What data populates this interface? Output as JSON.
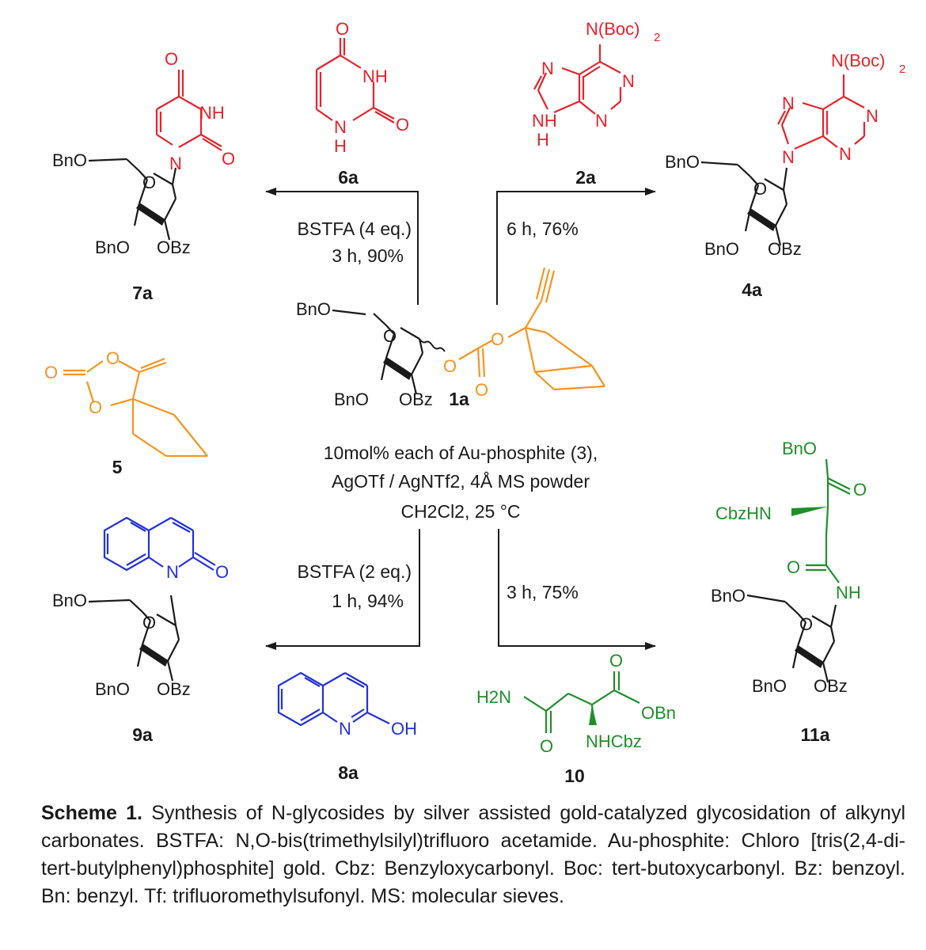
{
  "colors": {
    "black": "#1a1a1a",
    "red": "#e8212b",
    "orange": "#f7931e",
    "blue": "#2230e0",
    "green": "#1f8f2a"
  },
  "compounds": {
    "c7a": "7a",
    "c6a": "6a",
    "c2a": "2a",
    "c4a": "4a",
    "c1a": "1a",
    "c5": "5",
    "c9a": "9a",
    "c8a": "8a",
    "c10": "10",
    "c11a": "11a"
  },
  "labels": {
    "bno": "BnO",
    "obz": "OBz",
    "o": "O",
    "n": "N",
    "nh": "NH",
    "h": "H",
    "nboc2": "N(Boc)",
    "oh": "OH",
    "h2n": "H2N",
    "obn": "OBn",
    "nhcbz": "NHCbz",
    "cbzhn": "CbzHN"
  },
  "conditions": {
    "top_left_1": "BSTFA (4 eq.)",
    "top_left_2": "3 h, 90%",
    "top_right": "6 h, 76%",
    "bottom_left_1": "BSTFA (2 eq.)",
    "bottom_left_2": "1 h, 94%",
    "bottom_right": "3 h, 75%",
    "center_1": "10mol% each of Au-phosphite (3),",
    "center_2": "AgOTf / AgNTf2, 4Å MS powder",
    "center_3": "CH2Cl2, 25 °C"
  },
  "caption": {
    "title": "Scheme 1.",
    "text": "Synthesis of N-glycosides by silver assisted gold-catalyzed glycosidation of alkynyl carbonates. BSTFA: N,O-bis(trimethylsilyl)trifluoro acetamide. Au-phosphite: Chloro [tris(2,4-di-tert-butylphenyl)phosphite] gold. Cbz: Benzyloxycarbonyl. Boc: tert-butoxycarbonyl. Bz: benzoyl. Bn: benzyl. Tf: trifluoromethylsufonyl. MS: molecular sieves."
  }
}
